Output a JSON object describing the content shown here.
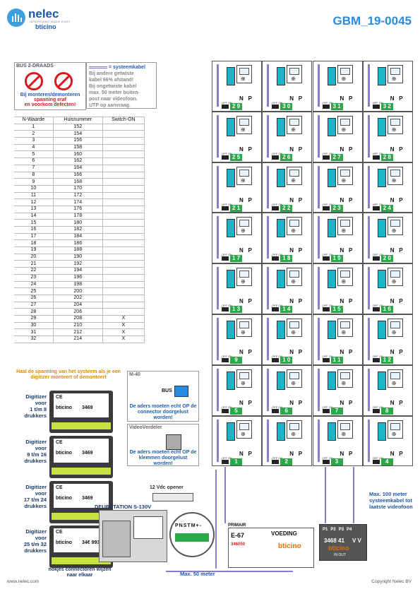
{
  "header": {
    "brand": "nelec",
    "tagline": "INTERCOMS MADE EASY",
    "sub_brand": "bticino",
    "doc_id": "GBM_19-0045"
  },
  "warning": {
    "title": "BUS 2-DRAADS",
    "line1": "Bij monteren/demonteren",
    "line2": "spanning eraf",
    "line3": "en voorkom defecten!"
  },
  "cable_note": {
    "legend": "= systeemkabel",
    "lines": [
      "Bij andere getwiste",
      "kabel 66% afstand!",
      "Bij ongetwiste kabel",
      "max. 50 meter buiten-",
      "post naar videofoon.",
      "UTP op aanvraag."
    ]
  },
  "table": {
    "headers": [
      "N-Waarde",
      "Huisnummer",
      "Switch-ON"
    ],
    "rows": [
      [
        "1",
        "152",
        ""
      ],
      [
        "2",
        "154",
        ""
      ],
      [
        "3",
        "156",
        ""
      ],
      [
        "4",
        "158",
        ""
      ],
      [
        "5",
        "160",
        ""
      ],
      [
        "6",
        "162",
        ""
      ],
      [
        "7",
        "164",
        ""
      ],
      [
        "8",
        "166",
        ""
      ],
      [
        "9",
        "168",
        ""
      ],
      [
        "10",
        "170",
        ""
      ],
      [
        "11",
        "172",
        ""
      ],
      [
        "12",
        "174",
        ""
      ],
      [
        "13",
        "176",
        ""
      ],
      [
        "14",
        "178",
        ""
      ],
      [
        "15",
        "180",
        ""
      ],
      [
        "16",
        "182",
        ""
      ],
      [
        "17",
        "184",
        ""
      ],
      [
        "18",
        "186",
        ""
      ],
      [
        "19",
        "188",
        ""
      ],
      [
        "20",
        "190",
        ""
      ],
      [
        "21",
        "192",
        ""
      ],
      [
        "22",
        "194",
        ""
      ],
      [
        "23",
        "196",
        ""
      ],
      [
        "24",
        "198",
        ""
      ],
      [
        "25",
        "200",
        ""
      ],
      [
        "26",
        "202",
        ""
      ],
      [
        "27",
        "204",
        ""
      ],
      [
        "28",
        "206",
        ""
      ],
      [
        "29",
        "208",
        "X"
      ],
      [
        "30",
        "210",
        "X"
      ],
      [
        "31",
        "212",
        "X"
      ],
      [
        "32",
        "214",
        "X"
      ]
    ]
  },
  "digitizer_note": "Haal de spanning van het systeem als je een digitizer monteert of demonteert",
  "digitizers": [
    {
      "label_lines": [
        "Digitizer",
        "voor",
        "1 t/m 8",
        "drukkers"
      ],
      "part": "3469"
    },
    {
      "label_lines": [
        "Digitizer",
        "voor",
        "9 t/m 16",
        "drukkers"
      ],
      "part": "3469"
    },
    {
      "label_lines": [
        "Digitizer",
        "voor",
        "17 t/m 24",
        "drukkers"
      ],
      "part": "3469"
    },
    {
      "label_lines": [
        "Digitizer",
        "voor",
        "25 t/m 32",
        "drukkers"
      ],
      "part": "34€ 993"
    }
  ],
  "m40": {
    "title": "M-40",
    "bus_label": "BUS",
    "note": "De aders moeten echt OP de connector doorgelust worden!"
  },
  "videoverdeler": {
    "title": "VideoVerdeler",
    "note": "De aders moeten echt OP de klemmen doorgelust worden!"
  },
  "grid": {
    "n_label": "N",
    "p_label": "P",
    "off_on": "OFF ON",
    "rows": [
      [
        "2 9",
        "3 0",
        "3 1",
        "3 2"
      ],
      [
        "2 5",
        "2 6",
        "2 7",
        "2 8"
      ],
      [
        "2 1",
        "2 2",
        "2 3",
        "2 4"
      ],
      [
        "1 7",
        "1 8",
        "1 9",
        "2 0"
      ],
      [
        "1 3",
        "1 4",
        "1 5",
        "1 6"
      ],
      [
        "9",
        "1 0",
        "1 1",
        "1 2"
      ],
      [
        "5",
        "6",
        "7",
        "8"
      ],
      [
        "1",
        "2",
        "3",
        "4"
      ]
    ]
  },
  "door_station": {
    "label": "DEURSTATION S-130V",
    "opener": "12 Vdc opener",
    "terminals": [
      "P",
      "N",
      "S",
      "T",
      "M",
      "+",
      "-"
    ]
  },
  "psu": {
    "primair": "PRIMAIR",
    "model": "E-67",
    "name": "VOEDING",
    "code": "346050",
    "brand": "bticino"
  },
  "vdist": {
    "ports": [
      "P1",
      "P2",
      "P3",
      "P4"
    ],
    "code": "3468 41",
    "vv": "V V",
    "brand": "bticino",
    "in_out": "IN OUT"
  },
  "notes": {
    "max100": "Max. 100 meter systeemkabel tot laatste videofoon",
    "max50": "Max. 50 meter",
    "nokjes": "nokjes connectoren wijzen naar elkaar"
  },
  "footer": {
    "url": "www.nelec.com",
    "copyright": "Copyright Nelec BV"
  }
}
